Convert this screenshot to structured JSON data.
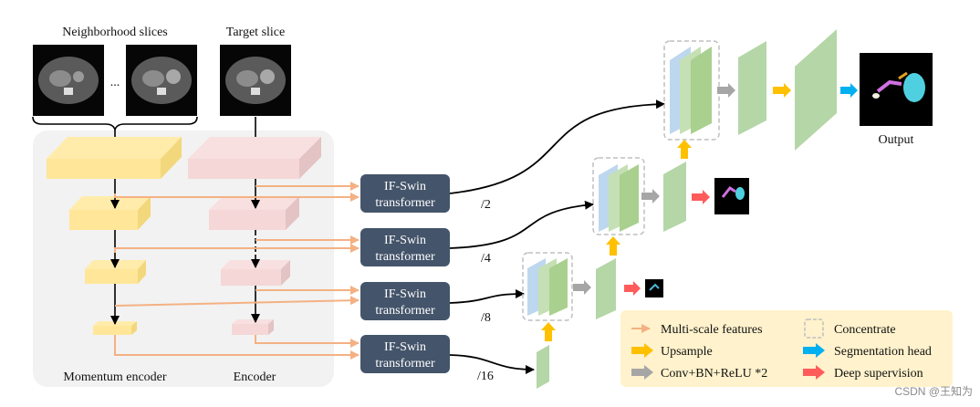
{
  "inputs": {
    "neighborhood_label": "Neighborhood slices",
    "target_label": "Target slice",
    "ellipsis": "..."
  },
  "encoders": {
    "momentum_label": "Momentum encoder",
    "encoder_label": "Encoder"
  },
  "swin_blocks": [
    {
      "line1": "IF-Swin",
      "line2": "transformer",
      "scale": "/2"
    },
    {
      "line1": "IF-Swin",
      "line2": "transformer",
      "scale": "/4"
    },
    {
      "line1": "IF-Swin",
      "line2": "transformer",
      "scale": "/8"
    },
    {
      "line1": "IF-Swin",
      "line2": "transformer",
      "scale": "/16"
    }
  ],
  "output_label": "Output",
  "legend": {
    "multi_scale": "Multi-scale features",
    "concentrate": "Concentrate",
    "upsample": "Upsample",
    "seg_head": "Segmentation head",
    "conv": "Conv+BN+ReLU *2",
    "deep_sup": "Deep supervision"
  },
  "watermark": "CSDN @王知为",
  "colors": {
    "momentum_layer": "#fde9a6",
    "encoder_layer": "#f7dede",
    "swin_box": "#44546a",
    "feature_arrow": "#f4b183",
    "upsample_arrow": "#ffc000",
    "conv_arrow": "#a6a6a6",
    "seg_head_arrow": "#00b0f0",
    "deep_sup_arrow": "#ff5b5b",
    "green_block": "#b5d6a7",
    "blue_block": "#bdd7ee",
    "legend_bg": "#fff2cc",
    "encoder_panel": "#f2f2f2"
  }
}
